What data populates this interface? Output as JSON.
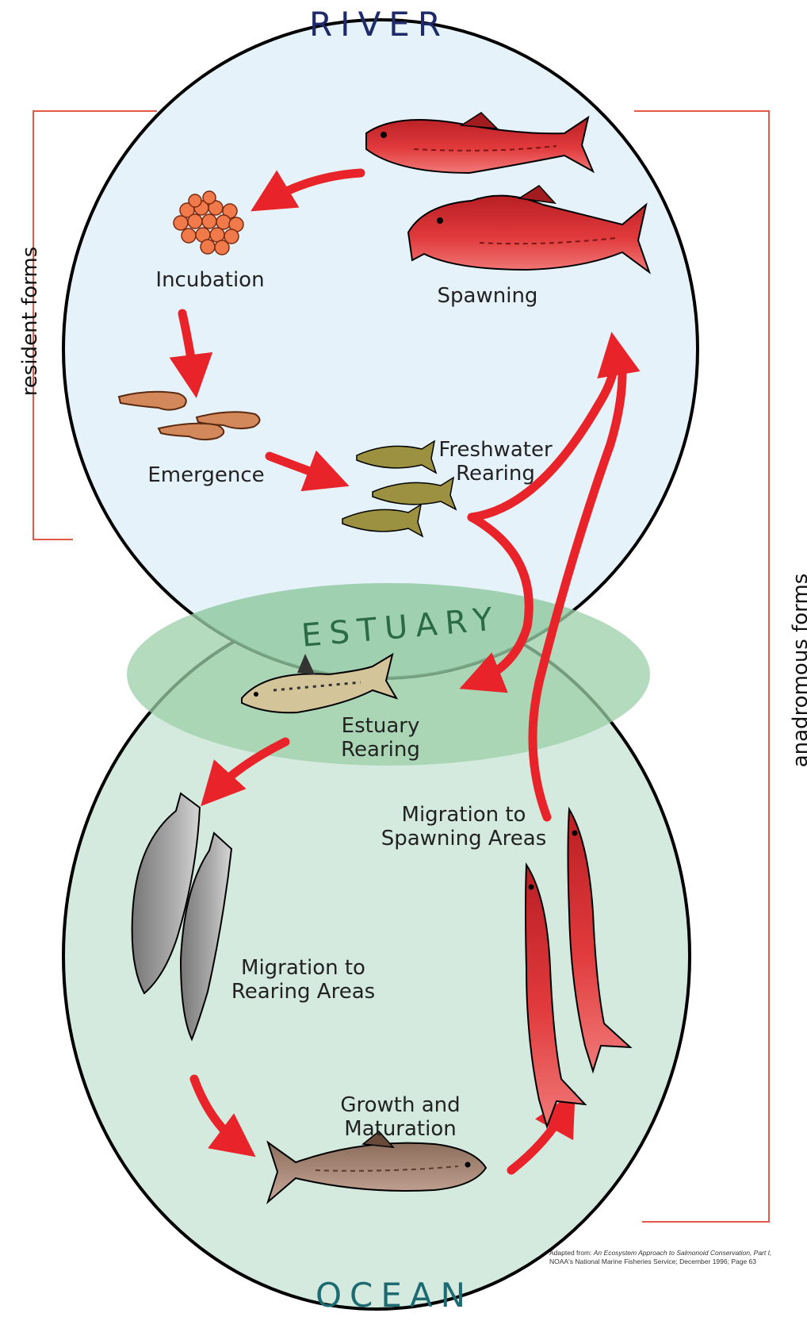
{
  "regions": {
    "river": "RIVER",
    "estuary": "ESTUARY",
    "ocean": "OCEAN"
  },
  "side_labels": {
    "resident": "resident forms",
    "anadromous": "anadromous forms"
  },
  "stages": {
    "spawning": "Spawning",
    "incubation": "Incubation",
    "emergence": "Emergence",
    "freshwater_rearing": "Freshwater\nRearing",
    "estuary_rearing": "Estuary\nRearing",
    "migration_rearing": "Migration to\nRearing Areas",
    "growth": "Growth and\nMaturation",
    "migration_spawning": "Migration to\nSpawning Areas"
  },
  "credit": {
    "prefix": "Adapted from: ",
    "source_title": "An Ecosystem Approach to Salmonoid Conservation, Part I,",
    "line2": "NOAA's National Marine Fisheries Service; December 1996; Page 63"
  },
  "colors": {
    "river_fill": "#e5f2f9",
    "ocean_fill": "#d5eadf",
    "estuary_fill": "#9ccfa8",
    "arrow": "#e8232a",
    "bracket": "#e05a4a",
    "river_text": "#1f2a6b",
    "estuary_text": "#2a6a45",
    "ocean_text": "#1c6b73"
  }
}
